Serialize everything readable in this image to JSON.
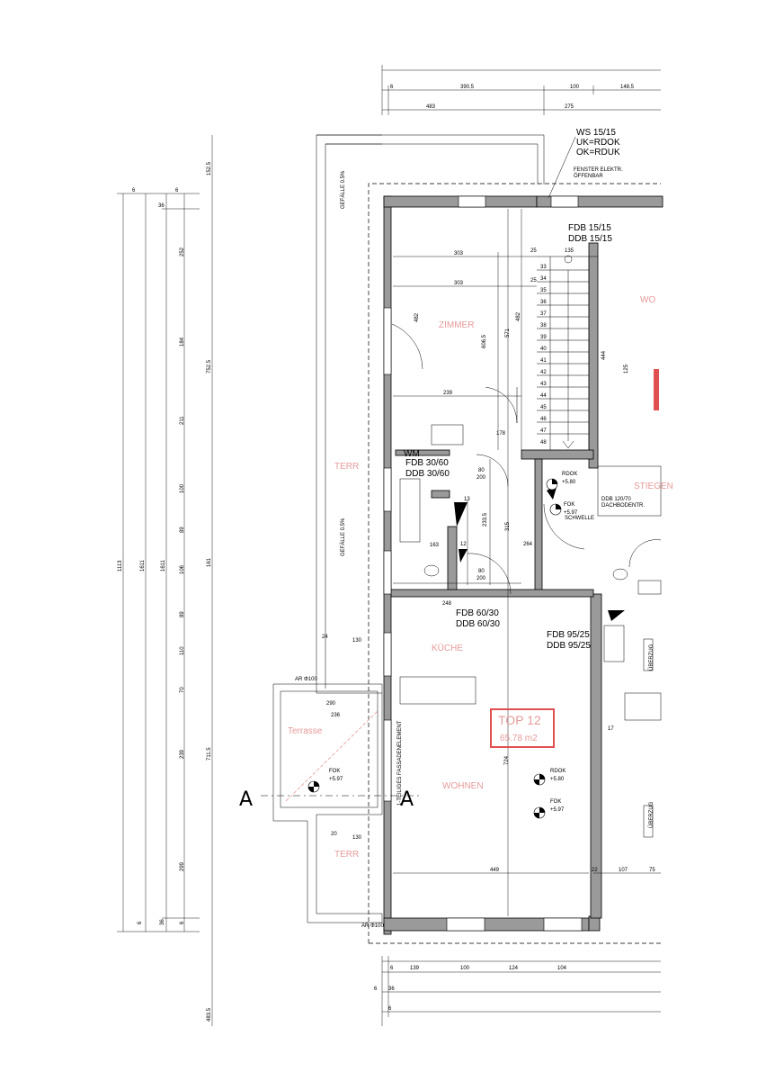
{
  "plan": {
    "top_dims_row1": [
      "6",
      "390.5",
      "100",
      "148.5"
    ],
    "top_dims_row2": [
      "483",
      "275"
    ],
    "left_dims_outer": [
      "1113",
      "1611"
    ],
    "left_dims_mid": [
      "1611",
      "161"
    ],
    "left_dims_col": [
      "152.5",
      "752.5",
      "711.5",
      "483.5"
    ],
    "left_small": [
      "252",
      "184",
      "211",
      "100",
      "89",
      "106",
      "89",
      "110",
      "70",
      "239",
      "299",
      "6",
      "36",
      "6",
      "6",
      "36",
      "6"
    ],
    "bottom_dims_row1": [
      "6",
      "139",
      "100",
      "124",
      "104"
    ],
    "bottom_dims_row2": [
      "6",
      "36"
    ],
    "bottom_dims_row3": [
      "6"
    ],
    "inner_dims": {
      "d303a": "303",
      "d303b": "303",
      "d239": "239",
      "d482a": "482",
      "d482b": "482",
      "d571": "571",
      "d606": "606.5",
      "d178": "178",
      "d80": "80",
      "d200": "200",
      "d315": "315",
      "d2335": "233.5",
      "d264": "264",
      "d449": "449",
      "d724": "724",
      "d248": "248",
      "d130": "130",
      "d24": "24",
      "d290": "290",
      "d236": "236",
      "d20": "20",
      "d130b": "130",
      "d22": "22",
      "d107": "107",
      "d75": "75",
      "d17": "17",
      "d25": "25",
      "d135": "135",
      "d444": "444",
      "d125": "125",
      "d13": "13",
      "d12": "12",
      "d163": "163"
    },
    "labels": {
      "ws": "WS 15/15",
      "uk": "UK=RDOK",
      "ok": "OK=RDUK",
      "fenster1": "FENSTER ELEKTR.",
      "fenster2": "ÖFFENBAR",
      "fdb1515": "FDB 15/15",
      "ddb1515": "DDB 15/15",
      "wm": "WM",
      "fdb3060": "FDB 30/60",
      "ddb3060": "DDB 30/60",
      "fdb6030": "FDB 60/30",
      "ddb6030": "DDB 60/30",
      "fdb9525": "FDB 95/25",
      "ddb9525": "DDB 95/25",
      "rdok": "RDOK",
      "rdok_val": "+5.80",
      "fok": "FOK",
      "fok_val": "+5.97",
      "rdok2": "RDOK",
      "rdok2_val": "+5.80",
      "fok2": "FOK",
      "fok2_val": "+5.97",
      "fok3": "FOK",
      "fok3_val": "+5.97",
      "ddb12070": "DDB 120/70",
      "dachboden": "DACHBODENTR.",
      "schwelle": "SCHWELLE",
      "gefaelle1": "GEFÄLLE 0.5%",
      "gefaelle2": "GEFÄLLE 0.5%",
      "ar_top": "AR Φ100",
      "ar_bot": "AR Φ100",
      "fassade": "1-TEILIGES FASSADENELEMENT",
      "ueberzug1": "ÜBERZUG",
      "ueberzug2": "ÜBERZUG",
      "section_left": "A",
      "section_right": "A",
      "top": "TOP 12",
      "area": "65.78 m2",
      "zimmer": "ZIMMER",
      "kueche": "KÜCHE",
      "wohnen": "WOHNEN",
      "terr1": "TERR",
      "terr2": "TERR",
      "terrasse": "Terrasse",
      "stiegen": "STIEGEN",
      "wo": "WO"
    },
    "step_numbers": [
      "33",
      "34",
      "35",
      "36",
      "37",
      "38",
      "39",
      "40",
      "41",
      "42",
      "43",
      "44",
      "45",
      "46",
      "47",
      "48"
    ],
    "colors": {
      "wall": "#9a9a9a",
      "room_label": "#e79a9a",
      "accent_red": "#e05050",
      "line": "#000000"
    }
  }
}
